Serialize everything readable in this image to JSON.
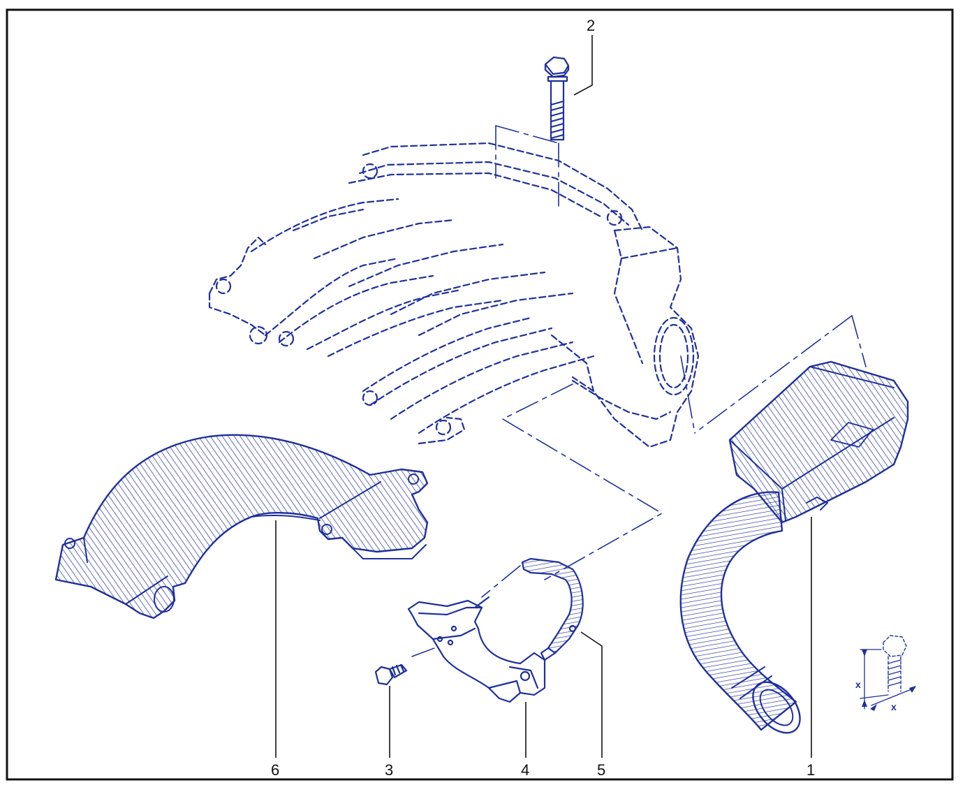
{
  "diagram": {
    "ink_color": "#1e2f9c",
    "frame_color": "#111111",
    "callouts": [
      {
        "id": "1",
        "label": "1"
      },
      {
        "id": "2",
        "label": "2"
      },
      {
        "id": "3",
        "label": "3"
      },
      {
        "id": "4",
        "label": "4"
      },
      {
        "id": "5",
        "label": "5"
      },
      {
        "id": "6",
        "label": "6"
      }
    ],
    "inset": {
      "dim_label_1": "x",
      "dim_label_2": "x"
    }
  }
}
